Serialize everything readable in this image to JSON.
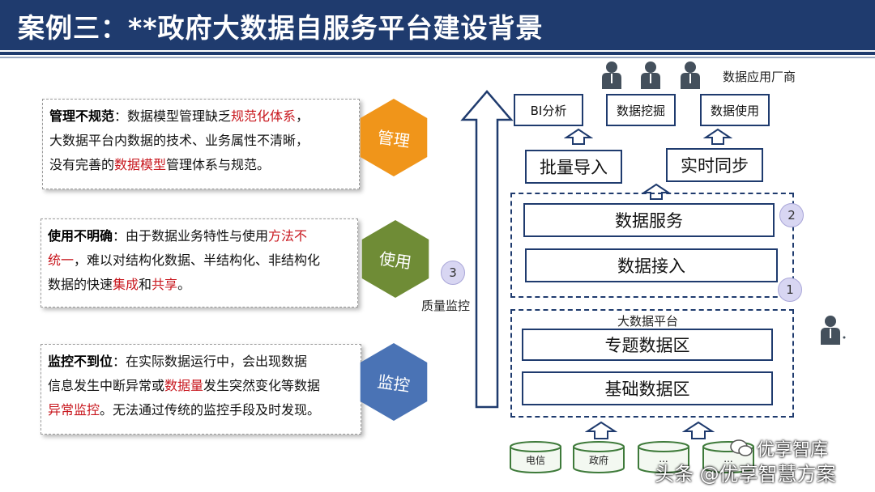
{
  "header": {
    "title": "案例三：**政府大数据自服务平台建设背景"
  },
  "cards": [
    {
      "heading": "管理不规范",
      "colon": "：",
      "line1_a": "数据模型管理缺乏",
      "line1_red": "规范化体系",
      "line1_b": "，",
      "line2": "大数据平台内数据的技术、业务属性不清晰，",
      "line3_a": "没有完善的",
      "line3_red": "数据模型",
      "line3_b": "管理体系与规范。"
    },
    {
      "heading": "使用不明确",
      "colon": "：",
      "line1_a": "由于数据业务特性与使用",
      "line1_red": "方法不",
      "line2_red": "统一",
      "line2_b": "，难以对结构化数据、半结构化、非结构化",
      "line3_a": "数据的快速",
      "line3_red1": "集成",
      "line3_mid": "和",
      "line3_red2": "共享",
      "line3_b": "。"
    },
    {
      "heading": "监控不到位",
      "colon": "：",
      "line1_a": "在实际数据运行中，会出现数据",
      "line2_a": "信息发生中断异常或",
      "line2_red": "数据量",
      "line2_b": "发生突然变化等数据",
      "line3_red": "异常监控",
      "line3_b": "。无法通过传统的监控手段及时发现。"
    }
  ],
  "hexagons": [
    {
      "label": "管理",
      "color": "#f0951a"
    },
    {
      "label": "使用",
      "color": "#6f8c36"
    },
    {
      "label": "监控",
      "color": "#4a73b5"
    }
  ],
  "diagram": {
    "vendor_label": "数据应用厂商",
    "apps": [
      "BI分析",
      "数据挖掘",
      "数据使用"
    ],
    "imports": [
      "批量导入",
      "实时同步"
    ],
    "service": "数据服务",
    "access": "数据接入",
    "platform_label": "大数据平台",
    "topic_zone": "专题数据区",
    "base_zone": "基础数据区",
    "quality_label": "质量监控",
    "circle_1": "1",
    "circle_2": "2",
    "circle_3": "3",
    "sources": [
      "电信",
      "政府",
      "...",
      "..."
    ]
  },
  "watermark": {
    "top": "优享智库",
    "bottom": "头条 @优享智慧方案"
  }
}
